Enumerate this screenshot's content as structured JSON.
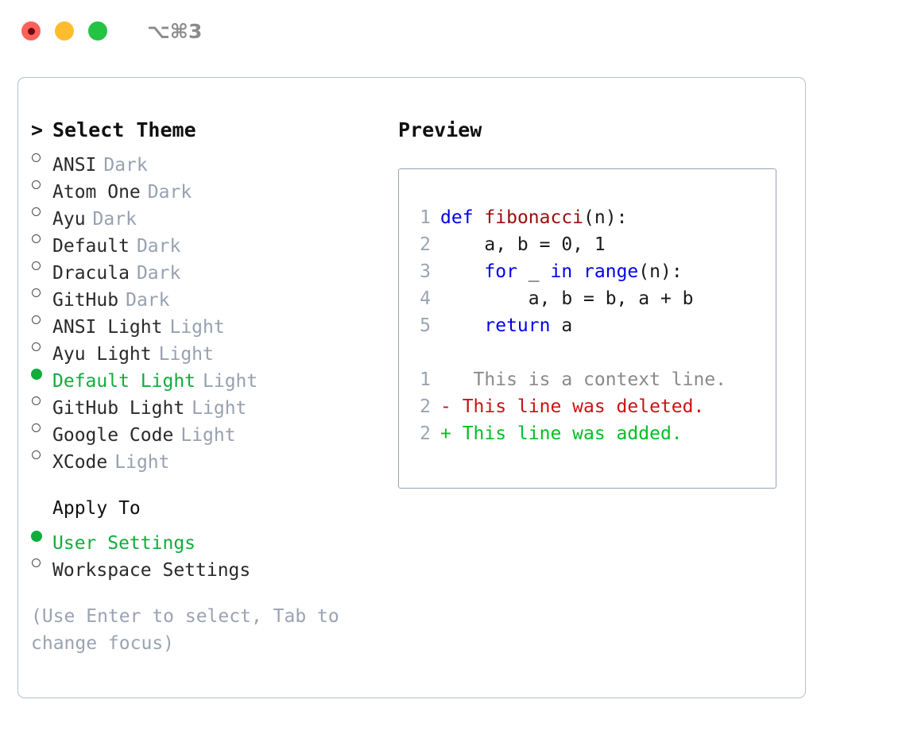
{
  "titlebar": {
    "buttons": [
      {
        "name": "close-button",
        "color": "#ff605c"
      },
      {
        "name": "minimize-button",
        "color": "#ffbd2e"
      },
      {
        "name": "maximize-button",
        "color": "#23c343"
      }
    ],
    "shortcut": "⌥⌘3"
  },
  "theme_panel": {
    "caret": ">",
    "title": "Select Theme",
    "selected_color": "#12ac3d",
    "muted_color": "#97a1b0",
    "marker_selected": "●",
    "marker_unselected": "○",
    "items": [
      {
        "label": "ANSI",
        "kind": "Dark",
        "selected": false
      },
      {
        "label": "Atom One",
        "kind": "Dark",
        "selected": false
      },
      {
        "label": "Ayu",
        "kind": "Dark",
        "selected": false
      },
      {
        "label": "Default",
        "kind": "Dark",
        "selected": false
      },
      {
        "label": "Dracula",
        "kind": "Dark",
        "selected": false
      },
      {
        "label": "GitHub",
        "kind": "Dark",
        "selected": false
      },
      {
        "label": "ANSI Light",
        "kind": "Light",
        "selected": false
      },
      {
        "label": "Ayu Light",
        "kind": "Light",
        "selected": false
      },
      {
        "label": "Default Light",
        "kind": "Light",
        "selected": true
      },
      {
        "label": "GitHub Light",
        "kind": "Light",
        "selected": false
      },
      {
        "label": "Google Code",
        "kind": "Light",
        "selected": false
      },
      {
        "label": "XCode",
        "kind": "Light",
        "selected": false
      }
    ]
  },
  "apply_to": {
    "title": "Apply To",
    "items": [
      {
        "label": "User Settings",
        "selected": true
      },
      {
        "label": "Workspace Settings",
        "selected": false
      }
    ]
  },
  "hint": "(Use Enter to select, Tab to change focus)",
  "preview": {
    "title": "Preview",
    "code_lines": [
      {
        "no": "1",
        "tokens": [
          {
            "t": "def",
            "c": "kw"
          },
          {
            "t": " ",
            "c": "pln"
          },
          {
            "t": "fibonacci",
            "c": "fn"
          },
          {
            "t": "(n):",
            "c": "pln"
          }
        ]
      },
      {
        "no": "2",
        "tokens": [
          {
            "t": "    a, b = 0, 1",
            "c": "pln"
          }
        ]
      },
      {
        "no": "3",
        "tokens": [
          {
            "t": "    ",
            "c": "pln"
          },
          {
            "t": "for",
            "c": "kw"
          },
          {
            "t": " _ ",
            "c": "pln"
          },
          {
            "t": "in",
            "c": "kw"
          },
          {
            "t": " ",
            "c": "pln"
          },
          {
            "t": "range",
            "c": "kw"
          },
          {
            "t": "(n):",
            "c": "pln"
          }
        ]
      },
      {
        "no": "4",
        "tokens": [
          {
            "t": "        a, b = b, a + b",
            "c": "pln"
          }
        ]
      },
      {
        "no": "5",
        "tokens": [
          {
            "t": "    ",
            "c": "pln"
          },
          {
            "t": "return",
            "c": "kw"
          },
          {
            "t": " a",
            "c": "pln"
          }
        ]
      }
    ],
    "diff_lines": [
      {
        "no": "1",
        "marker": " ",
        "text": "  This is a context line.",
        "style": "diff-ctx"
      },
      {
        "no": "2",
        "marker": "-",
        "text": " This line was deleted.",
        "style": "diff-del"
      },
      {
        "no": "2",
        "marker": "+",
        "text": " This line was added.",
        "style": "diff-add"
      }
    ]
  }
}
